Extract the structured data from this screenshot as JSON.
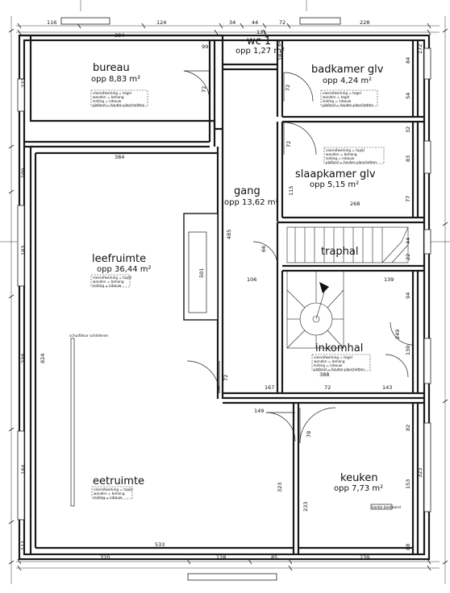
{
  "rooms": {
    "wc": {
      "name": "wc 1",
      "area": "opp 1,27 m²"
    },
    "bureau": {
      "name": "bureau",
      "area": "opp 8,83 m²",
      "legend": [
        "vloerafwerking = tegel",
        "wanden = behang",
        "leiding = inbouw",
        "plafond = houten plancheitten"
      ]
    },
    "badkamer": {
      "name": "badkamer glv",
      "area": "opp 4,24 m²",
      "legend": [
        "vloerafwerking = tegel",
        "wanden = tegel",
        "leiding = inbouw",
        "plafond = houten planchetten"
      ]
    },
    "slaapkamer": {
      "name": "slaapkamer glv",
      "area": "opp 5,15 m²",
      "legend": [
        "vloerafwerking = tapijt",
        "wanden = behang",
        "leiding = inbouw",
        "plafond = houten planchetten"
      ]
    },
    "gang": {
      "name": "gang",
      "area": "opp 13,62 m²"
    },
    "leefruimte": {
      "name": "leefruimte",
      "area": "opp 36,44 m²",
      "legend": [
        "vloerafwerking = tapijt",
        "wanden = behang",
        "leiding = inbouw"
      ]
    },
    "traphal": {
      "name": "traphal"
    },
    "inkomhal": {
      "name": "inkomhal",
      "area": "",
      "legend": [
        "vloerafwerking = tegel",
        "wanden = behang",
        "leiding = inbouw",
        "plafond = houten planchetten"
      ]
    },
    "eetruimte": {
      "name": "eetruimte",
      "area": "",
      "legend": [
        "vloerafwerking = tapijt",
        "wanden = behang",
        "leiding = inbouw"
      ]
    },
    "keuken": {
      "name": "keuken",
      "area": "opp 7,73 m²"
    }
  },
  "notes": {
    "schuif": "schuifdeur schilderen",
    "kastje": "kastje bestaand"
  },
  "dimensions": {
    "top_116": "116",
    "top_124": "124",
    "top_384": "384",
    "top_34": "34",
    "top_44": "44",
    "top_72": "72",
    "top_228": "228",
    "top_131": "131",
    "bureau_99": "99",
    "wc_84": "84",
    "wc_18": "18",
    "bad_84": "84",
    "bad_172": "172",
    "bad_54": "54",
    "bureau_233": "233",
    "bureau_72": "72",
    "bad_72": "72",
    "mid_384": "384",
    "left_109": "109",
    "left_183": "183",
    "left_238": "238",
    "left_824": "824",
    "left_184": "184",
    "left_111": "111",
    "slaap_72": "72",
    "slaap_115": "115",
    "slaap_32": "32",
    "slaap_83": "83",
    "slaap_77": "77",
    "slaap_268": "268",
    "gang_485": "485",
    "gang_501": "501",
    "gang_66": "66",
    "gang_106": "106",
    "gang_72": "72",
    "trap_44": "44",
    "trap_22": "22",
    "trap_139": "139",
    "ink_94": "94",
    "ink_249": "249",
    "ink_130": "130",
    "ink_388": "388",
    "ink_167": "167",
    "ink_72": "72",
    "ink_143": "143",
    "eet_149": "149",
    "eet_78": "78",
    "eet_323": "323",
    "bot_533": "533",
    "bot_320": "320",
    "bot_128": "128",
    "bot_85": "85",
    "bot_239": "239",
    "keu_82": "82",
    "keu_153": "153",
    "keu_88": "88",
    "keu_233": "233",
    "keu_323": "323"
  }
}
